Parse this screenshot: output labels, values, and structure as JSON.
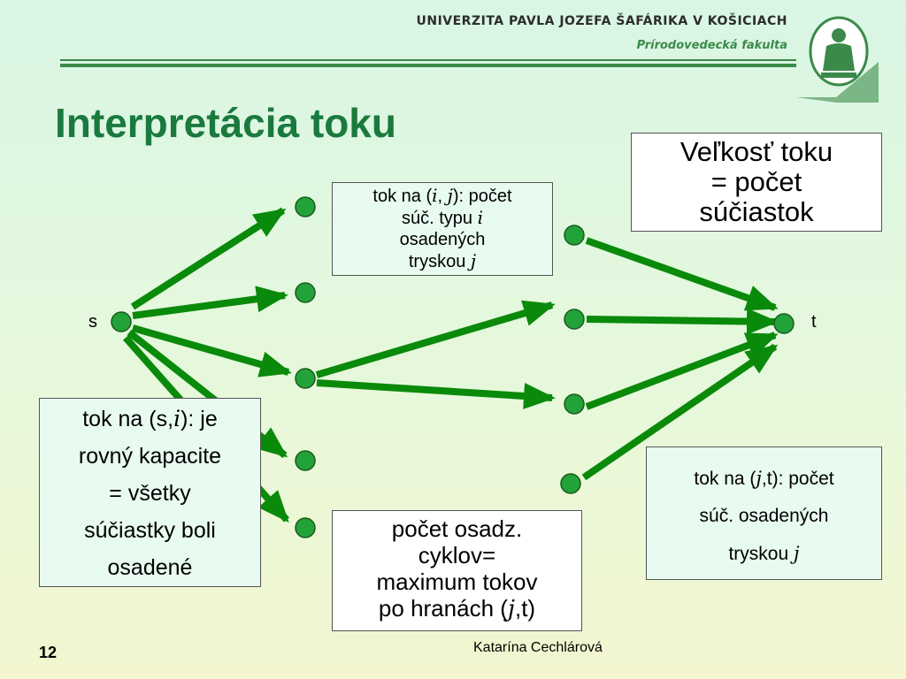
{
  "header": {
    "university": "UNIVERZITA PAVLA JOZEFA ŠAFÁRIKA V KOŠICIACH",
    "faculty": "Prírodovedecká fakulta"
  },
  "title": "Interpretácia toku",
  "nodes": {
    "s": "s",
    "t": "t"
  },
  "boxes": {
    "size": {
      "line1": "Veľkosť toku",
      "line2": "= počet",
      "line3": "súčiastok"
    },
    "edge_ij": {
      "pre": "tok na (",
      "i": "i",
      "comma": ", ",
      "j": "j",
      "post": "): počet",
      "line2": "súč. typu ",
      "var2": "i",
      "line3": "osadených",
      "line4": "tryskou ",
      "var4": "j"
    },
    "source": {
      "pre": "tok na (s,",
      "i": "i",
      "post": "): je",
      "line2": "rovný kapacite",
      "line3": "= všetky",
      "line4": "súčiastky boli",
      "line5": "osadené"
    },
    "sink": {
      "pre": "tok na (",
      "j": "j",
      "post": ",t): počet",
      "line2": "súč. osadených",
      "line3": "tryskou ",
      "var3": "j"
    },
    "cycles": {
      "line1": "počet osadz.",
      "line2": "cyklov=",
      "line3": "maximum tokov",
      "line4pre": "po hranách (",
      "j": "j",
      "line4post": ",t)"
    }
  },
  "footer": {
    "page": "12",
    "author": "Katarína Cechlárová"
  },
  "colors": {
    "green": "#0a8a0a",
    "title": "#1a7a3e",
    "node": "#22a33a"
  }
}
